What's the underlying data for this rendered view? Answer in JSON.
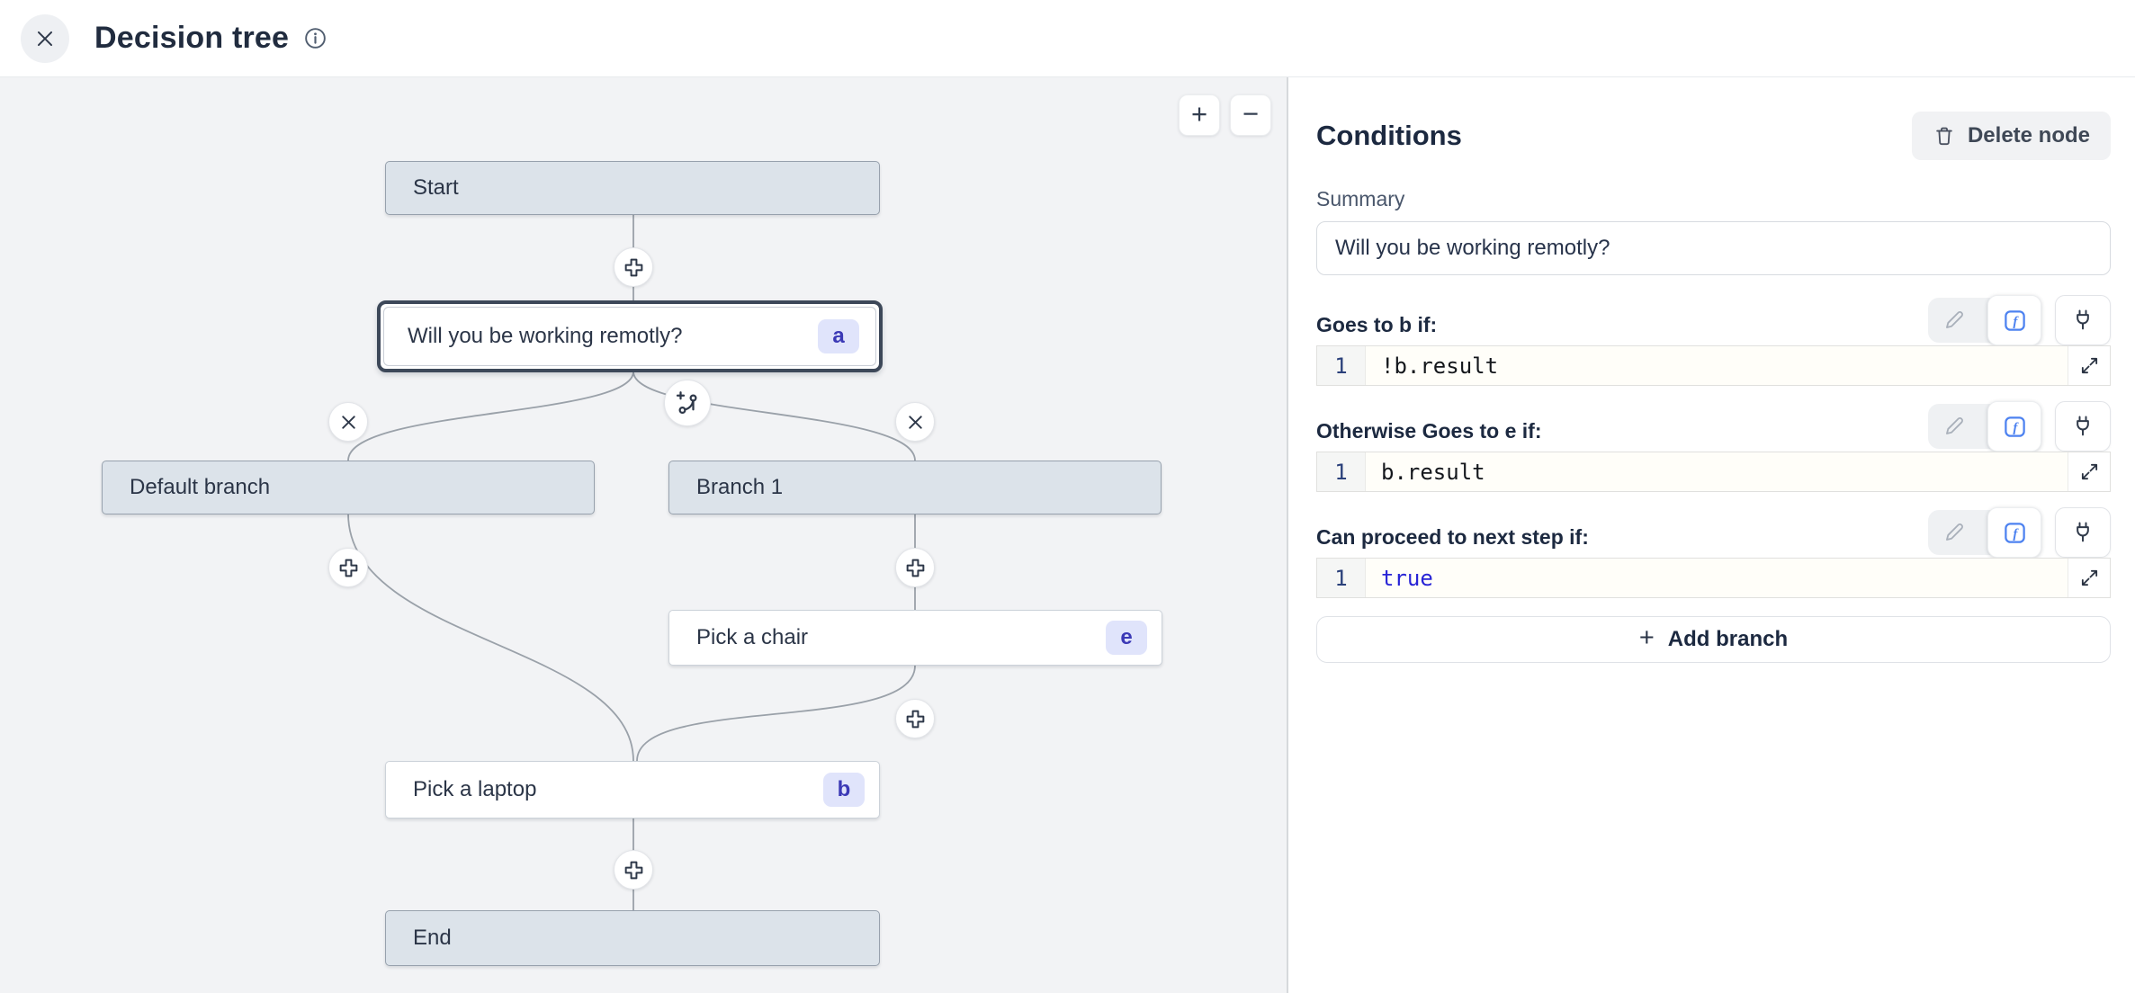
{
  "header": {
    "title": "Decision tree"
  },
  "canvas": {
    "zoom_in": "+",
    "zoom_out": "−",
    "nodes": {
      "start": {
        "label": "Start"
      },
      "question": {
        "label": "Will you be working remotly?",
        "badge": "a"
      },
      "default_branch": {
        "label": "Default branch"
      },
      "branch_1": {
        "label": "Branch 1"
      },
      "pick_chair": {
        "label": "Pick a chair",
        "badge": "e"
      },
      "pick_laptop": {
        "label": "Pick a laptop",
        "badge": "b"
      },
      "end": {
        "label": "End"
      }
    }
  },
  "panel": {
    "title": "Conditions",
    "delete_node_label": "Delete node",
    "summary_label": "Summary",
    "summary_value": "Will you be working remotly?",
    "sections": [
      {
        "label": "Goes to b if:",
        "line": "1",
        "code": "!b.result"
      },
      {
        "label": "Otherwise Goes to e if:",
        "line": "1",
        "code": "b.result"
      },
      {
        "label": "Can proceed to next step if:",
        "line": "1",
        "code": "true"
      }
    ],
    "add_branch": {
      "plus": "+",
      "label": "Add branch"
    }
  },
  "colors": {
    "accent_blue": "#4d82f0",
    "keyword_blue": "#2723d6",
    "canvas_bg": "#f2f3f5",
    "node_fill_gray": "#dce3ea",
    "node_border_gray": "#97a1ad",
    "selected_border": "#3d4859",
    "badge_bg": "#e0e4fb",
    "badge_text": "#3b39b6",
    "line_number_blue": "#2a407a"
  }
}
